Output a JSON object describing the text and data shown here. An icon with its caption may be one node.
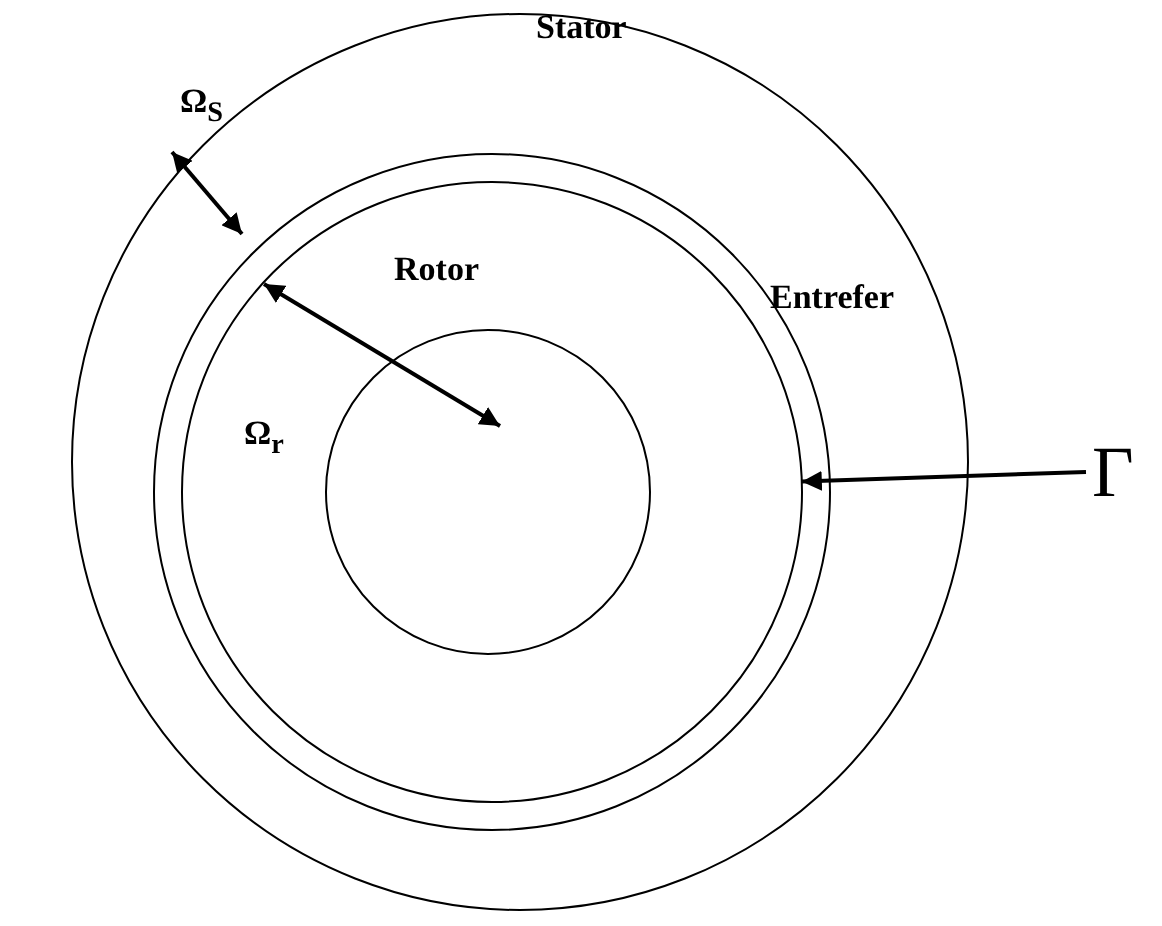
{
  "diagram": {
    "nodes": [
      {
        "text": [
          "Γ"
        ]
      },
      {
        "text": [],
        "shape": "circle"
      }
    ],
    "edges": [
      {
        "from": 0,
        "to": 1,
        "arrow": "to"
      }
    ],
    "labels": [
      "Ω$_{S}$",
      "Stator",
      "Rotor",
      "Entrefer",
      "Ω$_{r}$"
    ]
  }
}
